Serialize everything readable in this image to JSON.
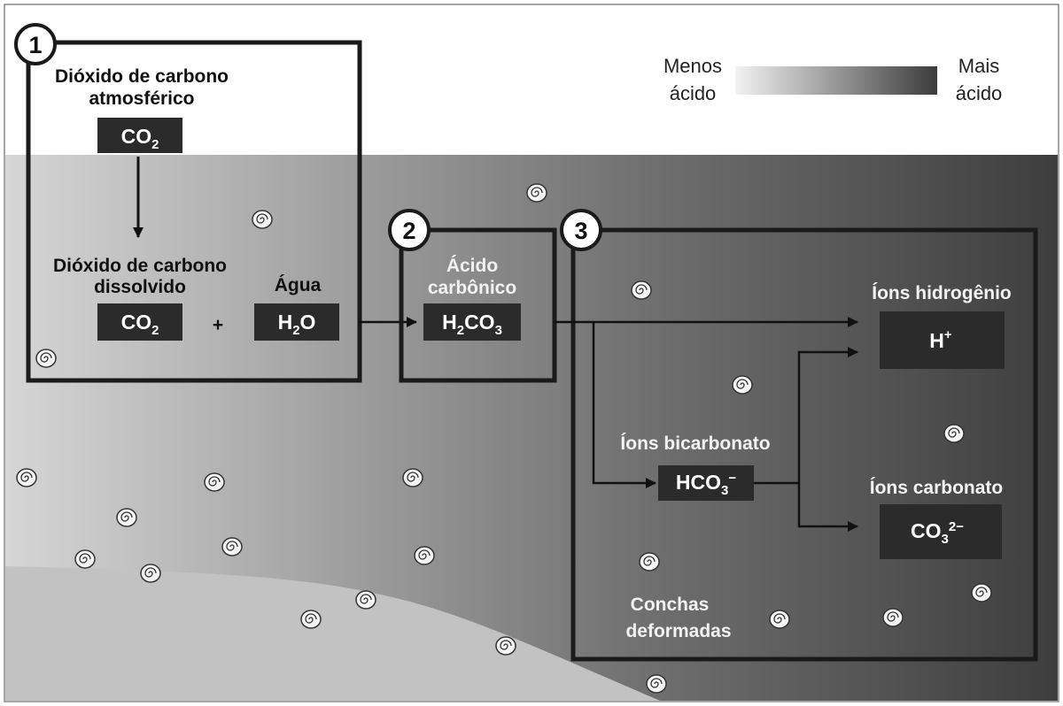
{
  "legend": {
    "low_label_line1": "Menos",
    "low_label_line2": "ácido",
    "high_label_line1": "Mais",
    "high_label_line2": "ácido"
  },
  "step1": {
    "number": "1",
    "atmospheric_line1": "Dióxido de carbono",
    "atmospheric_line2": "atmosférico",
    "co2_atm_main": "CO",
    "co2_atm_sub": "2",
    "dissolved_line1": "Dióxido de carbono",
    "dissolved_line2": "dissolvido",
    "co2_diss_main": "CO",
    "co2_diss_sub": "2",
    "plus": "+",
    "water_label": "Água",
    "h2o_h": "H",
    "h2o_sub": "2",
    "h2o_o": "O"
  },
  "step2": {
    "number": "2",
    "label_line1": "Ácido",
    "label_line2": "carbônico",
    "f_h": "H",
    "f_sub1": "2",
    "f_co": "CO",
    "f_sub2": "3"
  },
  "step3": {
    "number": "3",
    "hydrogen_label": "Íons hidrogênio",
    "hydrogen_main": "H",
    "hydrogen_sup": "+",
    "bicarbonate_label": "Íons bicarbonato",
    "bicarbonate_main": "HCO",
    "bicarbonate_sub": "3",
    "bicarbonate_sup": "−",
    "carbonate_label": "Íons carbonato",
    "carbonate_main": "CO",
    "carbonate_sub": "3",
    "carbonate_sup": "2−",
    "shells_line1": "Conchas",
    "shells_line2": "deformadas"
  },
  "colors": {
    "box_fill": "#2b2b2b",
    "frame": "#1a1a1a"
  }
}
